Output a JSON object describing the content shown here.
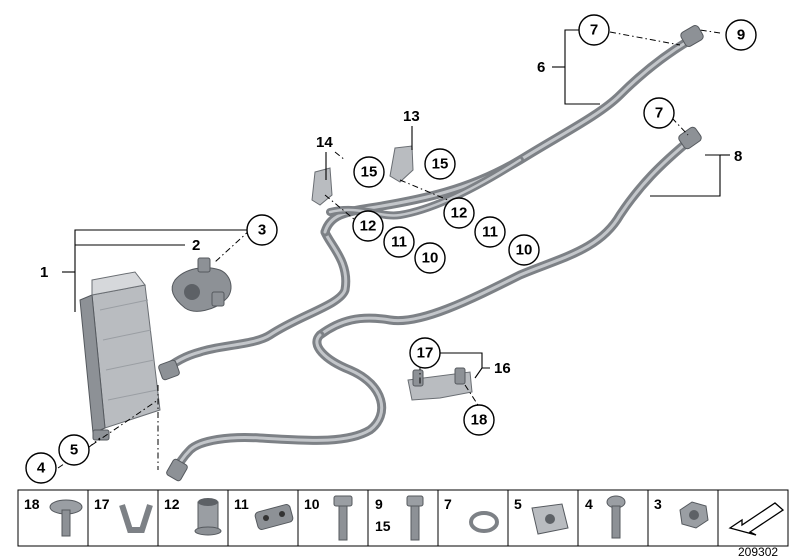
{
  "callouts": {
    "c1": "1",
    "c2": "2",
    "c3": "3",
    "c4": "4",
    "c5": "5",
    "c6": "6",
    "c7a": "7",
    "c7b": "7",
    "c8": "8",
    "c9": "9",
    "c10a": "10",
    "c10b": "10",
    "c11a": "11",
    "c11b": "11",
    "c12a": "12",
    "c12b": "12",
    "c13": "13",
    "c14": "14",
    "c15a": "15",
    "c15b": "15",
    "c16": "16",
    "c17": "17",
    "c18": "18"
  },
  "legend": {
    "cells": [
      {
        "id": "18",
        "label": "18"
      },
      {
        "id": "17",
        "label": "17"
      },
      {
        "id": "12",
        "label": "12"
      },
      {
        "id": "11",
        "label": "11"
      },
      {
        "id": "10",
        "label": "10"
      },
      {
        "id": "9-15",
        "label": "9",
        "label2": "15"
      },
      {
        "id": "7",
        "label": "7"
      },
      {
        "id": "5",
        "label": "5"
      },
      {
        "id": "4",
        "label": "4"
      },
      {
        "id": "3",
        "label": "3"
      }
    ]
  },
  "reference_number": "209302",
  "colors": {
    "tube": "#7d8186",
    "highlight": "#c3c6ca",
    "line": "#000000"
  }
}
